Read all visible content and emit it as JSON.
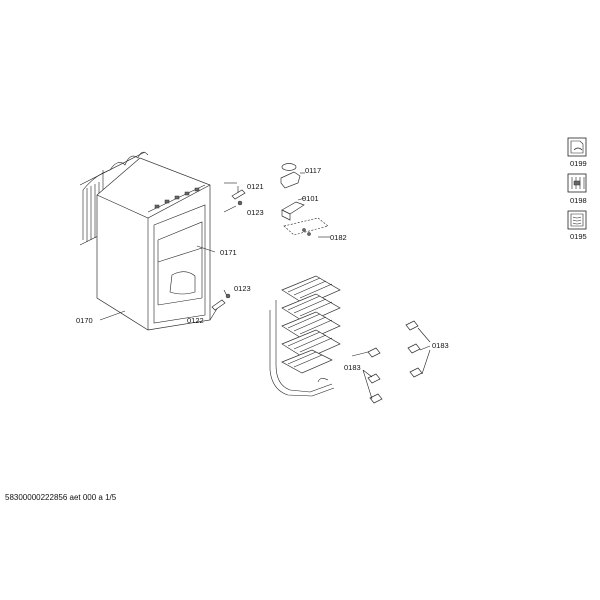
{
  "labels": {
    "p0117": "0117",
    "p0101": "0101",
    "p0182": "0182",
    "p0121": "0121",
    "p0123a": "0123",
    "p0171": "0171",
    "p0123b": "0123",
    "p0122": "0122",
    "p0170": "0170",
    "p0183a": "0183",
    "p0183b": "0183"
  },
  "icons": [
    {
      "name": "document-hand-icon",
      "label": "0199"
    },
    {
      "name": "tools-icon",
      "label": "0198"
    },
    {
      "name": "manual-icon",
      "label": "0195"
    }
  ],
  "footer": "58300000222856 aet 000 a 1/5"
}
